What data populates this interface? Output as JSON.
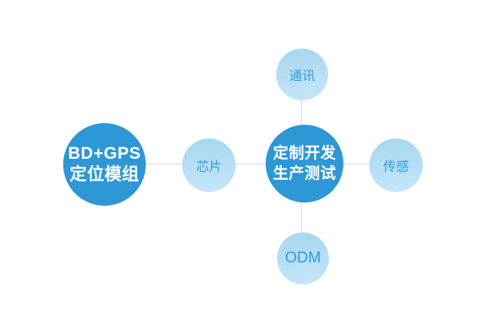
{
  "diagram": {
    "left_node": {
      "line1": "BD+GPS",
      "line2": "定位模组"
    },
    "center_node": {
      "line1": "定制开发",
      "line2": "生产测试"
    },
    "satellites": {
      "top": {
        "label": "通讯"
      },
      "chip": {
        "label": "芯片"
      },
      "right": {
        "label": "传感"
      },
      "bottom": {
        "label": "ODM"
      }
    },
    "colors": {
      "primary_circle": "#2e97d6",
      "primary_text": "#ffffff",
      "satellite_circle_top": "#a6d6f0",
      "satellite_circle_bottom": "#c6e6f8",
      "satellite_text": "#2f9edb",
      "connector": "#d9d9d9",
      "background": "#ffffff"
    }
  }
}
